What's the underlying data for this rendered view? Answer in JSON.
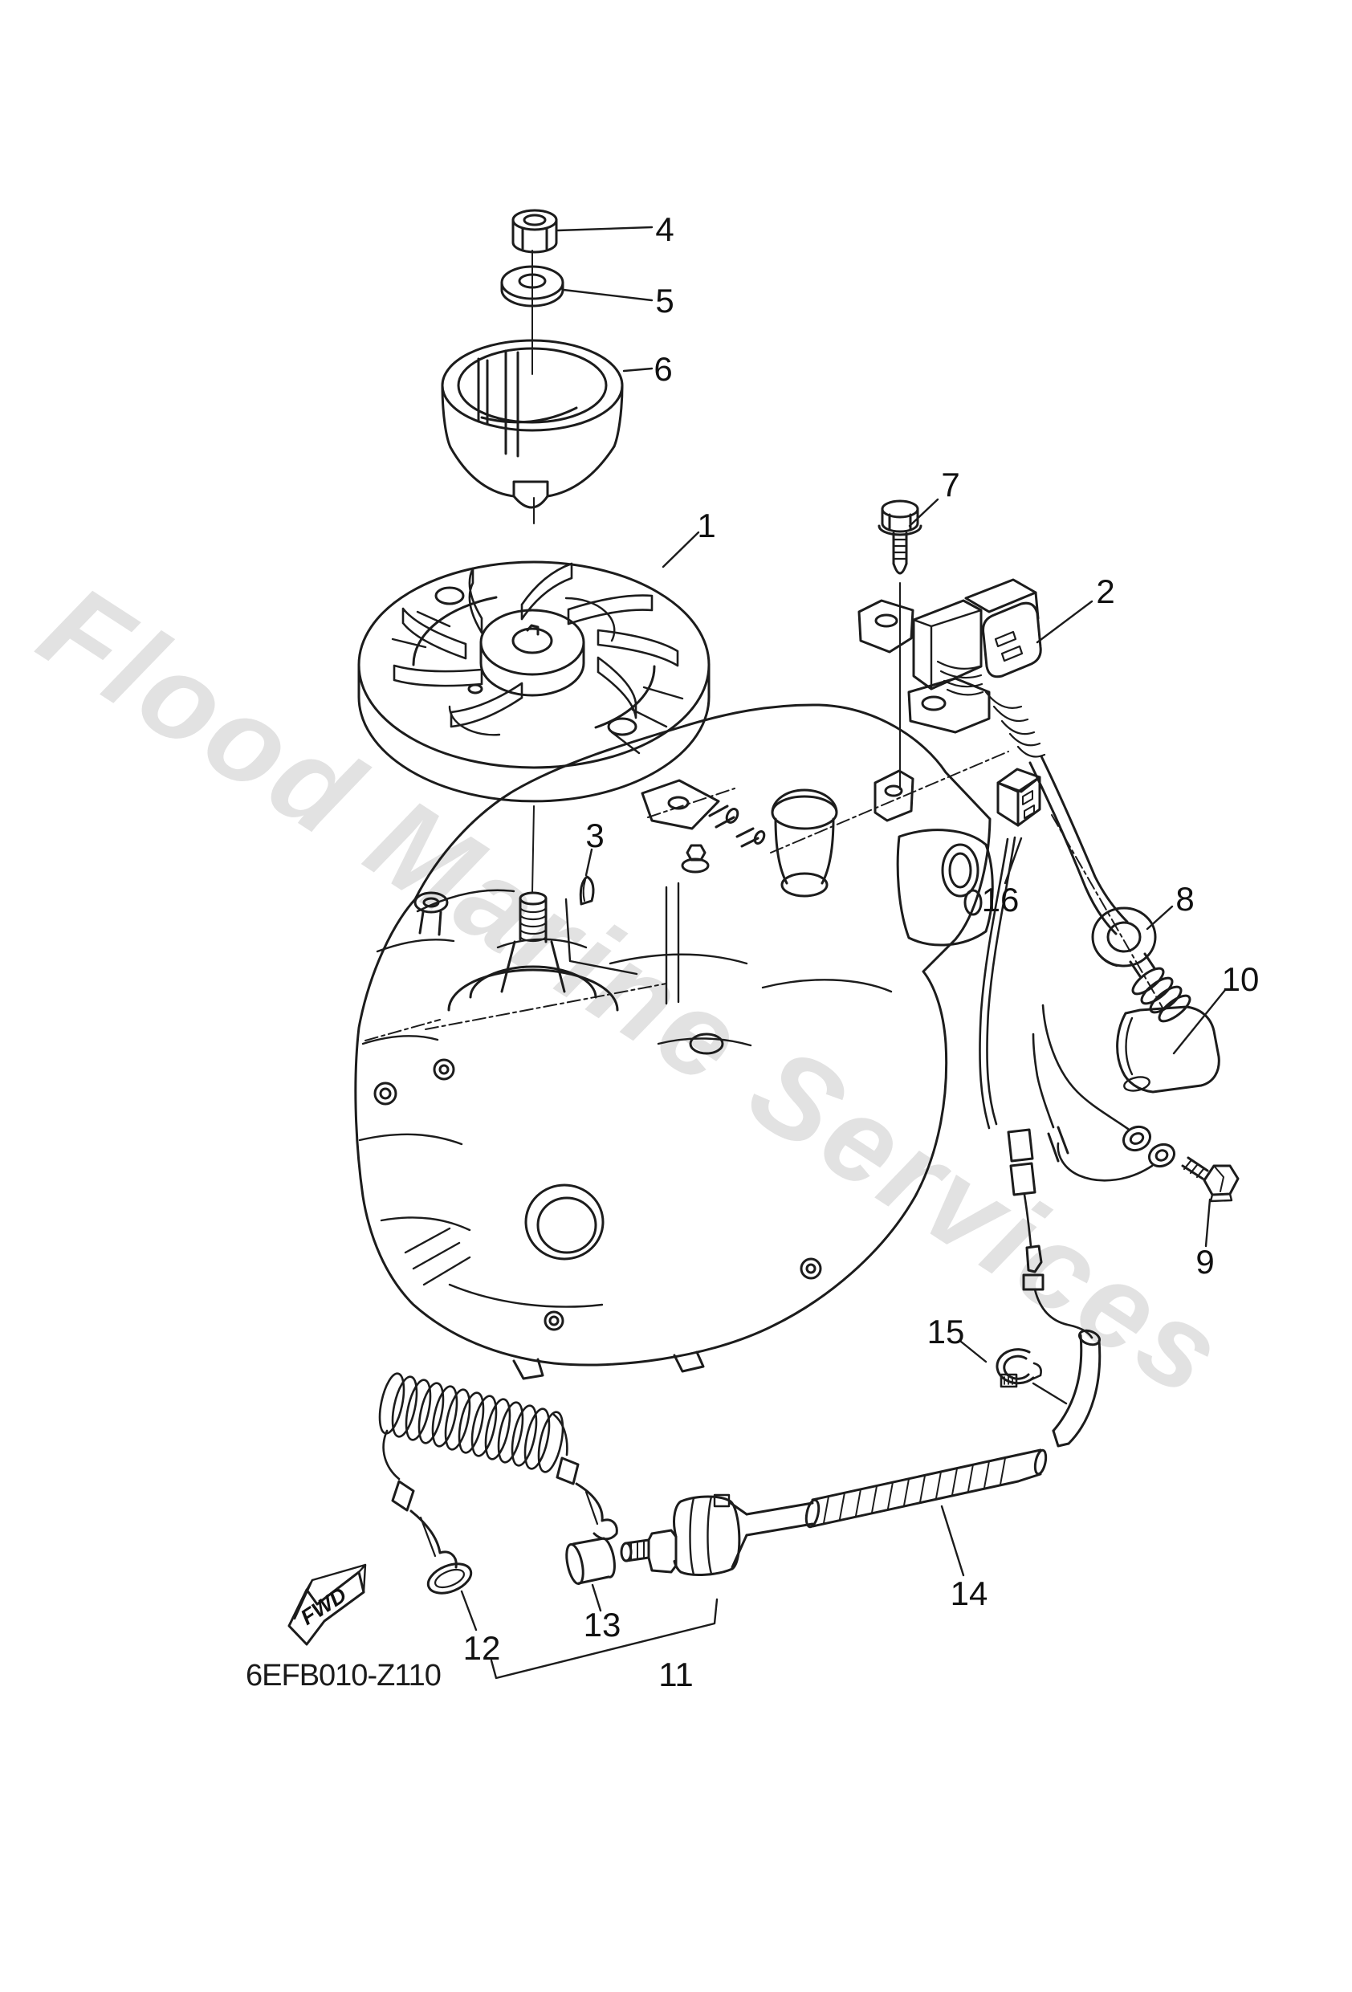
{
  "diagram": {
    "watermark": "Flood Marine Services",
    "drawing_code": "6EFB010-Z110",
    "fwd_label": "FWD",
    "callouts": [
      {
        "label": "1"
      },
      {
        "label": "2"
      },
      {
        "label": "3"
      },
      {
        "label": "4"
      },
      {
        "label": "5"
      },
      {
        "label": "6"
      },
      {
        "label": "7"
      },
      {
        "label": "8"
      },
      {
        "label": "9"
      },
      {
        "label": "10"
      },
      {
        "label": "11"
      },
      {
        "label": "12"
      },
      {
        "label": "13"
      },
      {
        "label": "14"
      },
      {
        "label": "15"
      },
      {
        "label": "16"
      }
    ]
  }
}
